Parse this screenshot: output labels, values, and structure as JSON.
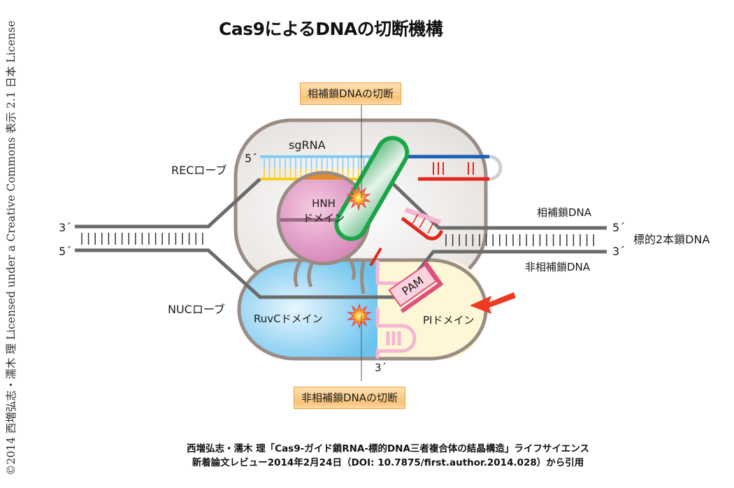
{
  "title": "Cas9によるDNAの切断機構",
  "license": "©2014 西増弘志・濡木 理 Licensed under a Creative Commons 表示 2.1 日本 License",
  "callouts": {
    "complementary_cleavage": "相補鎖DNAの切断",
    "noncomplementary_cleavage": "非相補鎖DNAの切断"
  },
  "labels": {
    "sgrna": "sgRNA",
    "sgrna_5prime": "5´",
    "rec_lobe": "RECローブ",
    "nuc_lobe": "NUCローブ",
    "hnh_line1": "HNH",
    "hnh_line2": "ドメイン",
    "ruvc_domain": "RuvCドメイン",
    "pi_domain": "PIドメイン",
    "pam": "PAM",
    "left_top_end": "3´",
    "left_bottom_end": "5´",
    "right_top_end": "5´",
    "right_bottom_end": "3´",
    "bottom_3prime": "3´",
    "complementary_dna": "相補鎖DNA",
    "noncomplementary_dna": "非相補鎖DNA",
    "target_dsdna": "標的2本鎖DNA"
  },
  "colors": {
    "rec_fill": "#ece9e7",
    "lobe_outline": "#9a8c84",
    "nuc_fill": "#86cdf0",
    "pi_fill": "#fdf7d6",
    "hnh_fill": "#dc8ebd",
    "green_helix": "#1aa548",
    "sgrna_light_blue": "#7fcdf2",
    "sgrna_dark_blue": "#1a5fb4",
    "sgrna_yellow": "#f7cf1f",
    "red_strand": "#e2271c",
    "pink_strand": "#f4b6d2",
    "dna_gray": "#6b6b6b",
    "pam_red": "#e0507a",
    "arrow_red": "#ef3a22",
    "callout_orange": "#f9c37a"
  },
  "citation": {
    "line1": "西増弘志・濡木 理「Cas9-ガイド鎖RNA-標的DNA三者複合体の結晶構造」ライフサイエンス",
    "line2": "新着論文レビュー2014年2月24日（DOI: 10.7875/first.author.2014.028）から引用"
  }
}
